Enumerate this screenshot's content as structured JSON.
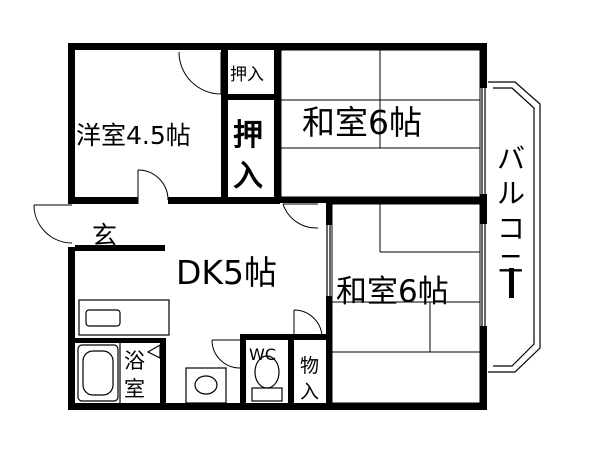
{
  "rooms": {
    "western": "洋室4.5帖",
    "japanese_top": "和室6帖",
    "japanese_bottom": "和室6帖",
    "dk": "DK5帖",
    "entrance": "玄",
    "bath": [
      "浴",
      "室"
    ],
    "wc": "WC",
    "storage_small": "押入",
    "storage_large": [
      "押",
      "入"
    ],
    "storage_bottom": [
      "物",
      "入"
    ],
    "balcony": [
      "バ",
      "ル",
      "コ",
      "ニ",
      "ー"
    ]
  }
}
